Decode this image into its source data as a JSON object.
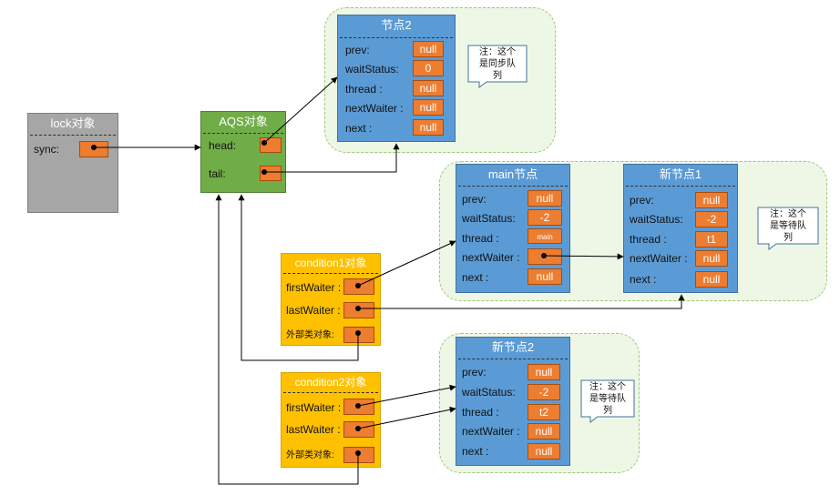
{
  "lock": {
    "title": "lock对象",
    "sync": "sync:"
  },
  "aqs": {
    "title": "AQS对象",
    "head": "head:",
    "tail": "tail:"
  },
  "node2": {
    "title": "节点2",
    "prev": "prev:",
    "prev_v": "null",
    "ws": "waitStatus:",
    "ws_v": "0",
    "thread": "thread :",
    "thread_v": "null",
    "nw": "nextWaiter :",
    "nw_v": "null",
    "next": "next :",
    "next_v": "null"
  },
  "note_sync": {
    "l1": "注：这个",
    "l2": "是同步队",
    "l3": "列"
  },
  "main_node": {
    "title": "main节点",
    "prev": "prev:",
    "prev_v": "null",
    "ws": "waitStatus:",
    "ws_v": "-2",
    "thread": "thread :",
    "thread_v": "main",
    "nw": "nextWaiter :",
    "next": "next :",
    "next_v": "null"
  },
  "new1": {
    "title": "新节点1",
    "prev": "prev:",
    "prev_v": "null",
    "ws": "waitStatus:",
    "ws_v": "-2",
    "thread": "thread :",
    "thread_v": "t1",
    "nw": "nextWaiter :",
    "nw_v": "null",
    "next": "next :",
    "next_v": "null"
  },
  "note_wait1": {
    "l1": "注：这个",
    "l2": "是等待队",
    "l3": "列"
  },
  "cond1": {
    "title": "condition1对象",
    "fw": "firstWaiter :",
    "lw": "lastWaiter :",
    "outer": "外部类对象:"
  },
  "cond2": {
    "title": "condition2对象",
    "fw": "firstWaiter :",
    "lw": "lastWaiter :",
    "outer": "外部类对象:"
  },
  "new2": {
    "title": "新节点2",
    "prev": "prev:",
    "prev_v": "null",
    "ws": "waitStatus:",
    "ws_v": "-2",
    "thread": "thread :",
    "thread_v": "t2",
    "nw": "nextWaiter :",
    "nw_v": "null",
    "next": "next :",
    "next_v": "null"
  },
  "note_wait2": {
    "l1": "注：这个",
    "l2": "是等待队",
    "l3": "列"
  },
  "colors": {
    "node": "#5b9bd5",
    "aqs": "#70ad47",
    "lock": "#a6a6a6",
    "condition": "#ffc000",
    "field": "#ed7d31",
    "region": "#eef7e6"
  }
}
